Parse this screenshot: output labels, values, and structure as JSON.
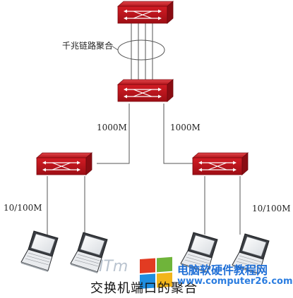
{
  "labels": {
    "aggregation": "千兆链路聚合",
    "uplink_left": "1000M",
    "uplink_right": "1000M",
    "access_left": "10/100M",
    "access_right": "10/100M",
    "caption": "交换机端口的聚合"
  },
  "watermark": {
    "site_name": "电脑软硬件教程网",
    "url": "www.computer26.com",
    "partial_text": "ITm"
  },
  "colors": {
    "switch_red": "#c8151d",
    "switch_dark": "#8f0c12",
    "line": "#555555",
    "logo_red": "#e23b22",
    "logo_green": "#6fb43a",
    "logo_blue": "#1f8ee0",
    "logo_yellow": "#f2b51b"
  },
  "icons": [
    "switch-icon",
    "laptop-icon",
    "windows-logo-icon"
  ]
}
